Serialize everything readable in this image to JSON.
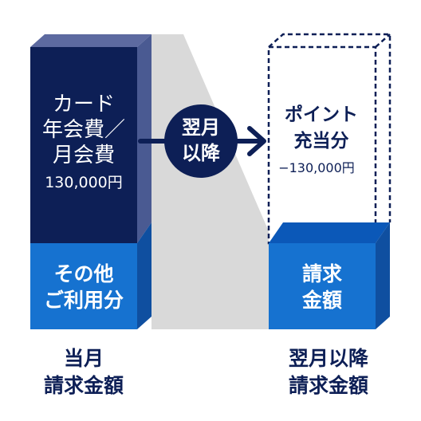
{
  "left_bar": {
    "card_fee_lines": [
      "カード",
      "年会費／",
      "月会費"
    ],
    "card_fee_amount": "130,000円",
    "other_usage_lines": [
      "その他",
      "ご利用分"
    ],
    "caption_lines": [
      "当月",
      "請求金額"
    ]
  },
  "arrow": {
    "label_lines": [
      "翌月",
      "以降"
    ]
  },
  "right_bar": {
    "points_lines": [
      "ポイント",
      "充当分"
    ],
    "points_amount": "−130,000円",
    "billing_lines": [
      "請求",
      "金額"
    ],
    "caption_lines": [
      "翌月以降",
      "請求金額"
    ]
  },
  "colors": {
    "navy": "#0d1f56",
    "navy_side": "#4a5a92",
    "navy_top": "#5d6aa0",
    "blue": "#1672d0",
    "blue_side": "#0f4fa0",
    "blue_top": "#0b58b8",
    "grey_band": "#d9d9d9",
    "caption_text": "#0d1f56"
  }
}
